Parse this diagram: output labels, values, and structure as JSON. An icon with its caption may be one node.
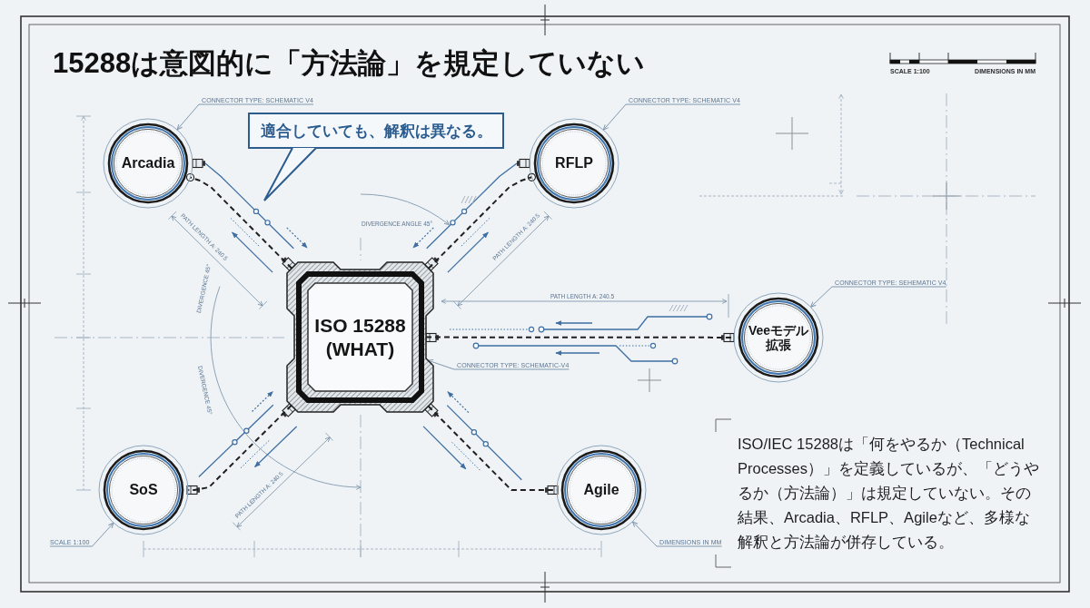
{
  "diagram": {
    "title": "15288は意図的に「方法論」を規定していない",
    "nodes": [
      {
        "text": [
          "CONNECTOR TYPE: SCHEMATIC V4"
        ]
      },
      {
        "text": [
          "CONNECTOR TYPE: SCHEMATIC V4"
        ]
      },
      {
        "text": [
          "適合していても、解釈は異なる。"
        ]
      },
      {
        "text": [
          "Arcadia"
        ]
      },
      {
        "text": [
          "RFLP"
        ]
      },
      {
        "text": [
          "CONNECTOR TYPE: SEHEMATIC V4"
        ]
      },
      {
        "text": [
          "ISO 15288 (WHAT)"
        ]
      },
      {
        "text": [
          "Veeモデル拡張"
        ]
      },
      {
        "text": [
          "CONNECTOR TYPE: SCHEMATIC-V4"
        ]
      },
      {
        "text": [
          "SoS"
        ]
      },
      {
        "text": [
          "Agile"
        ]
      },
      {
        "text": [
          "SCALE 1:100"
        ]
      },
      {
        "text": [
          "DIMENSIONS IN MM"
        ]
      }
    ],
    "edges": [
      {
        "from": 6,
        "to": 3,
        "arrow": "none",
        "style": "dashed",
        "color": "#1f1f1f"
      },
      {
        "from": 6,
        "to": 4,
        "arrow": "none",
        "style": "dashed",
        "color": "#1f1f1f"
      },
      {
        "from": 6,
        "to": 7,
        "arrow": "none",
        "style": "dashed",
        "color": "#1f1f1f"
      },
      {
        "from": 6,
        "to": 9,
        "arrow": "none",
        "style": "dashed",
        "color": "#1f1f1f"
      },
      {
        "from": 6,
        "to": 10,
        "arrow": "none",
        "style": "dashed",
        "color": "#1f1f1f"
      },
      {
        "from": 0,
        "to": 3,
        "arrow": "to"
      },
      {
        "from": 1,
        "to": 4,
        "arrow": "to"
      },
      {
        "from": 5,
        "to": 7,
        "arrow": "to"
      },
      {
        "from": 8,
        "to": 6,
        "arrow": "to"
      },
      {
        "from": 11,
        "to": 9,
        "arrow": "to"
      },
      {
        "from": 12,
        "to": 10,
        "arrow": "to"
      }
    ],
    "labels": [
      "SCALE 1:100",
      "DIMENSIONS IN MM",
      "DIVERGENCE ANGLE 45°",
      "PATH LENGTH A: 240.5",
      "PATH LENGTH A: 240.5",
      "DIVERGENCE 45°",
      "PATH LENGTH A: 240.5",
      "DIVERGENCE 45°",
      "PATH LENGTH A: 240.5",
      "ISO/IEC 15288は「何をやるか（Technical Processes）」を定義しているが、「どうやるか（方法論）」は規定していない。その結果、Arcadia、RFLP、Agileなど、多様な解釈と方法論が併存している。"
    ]
  }
}
